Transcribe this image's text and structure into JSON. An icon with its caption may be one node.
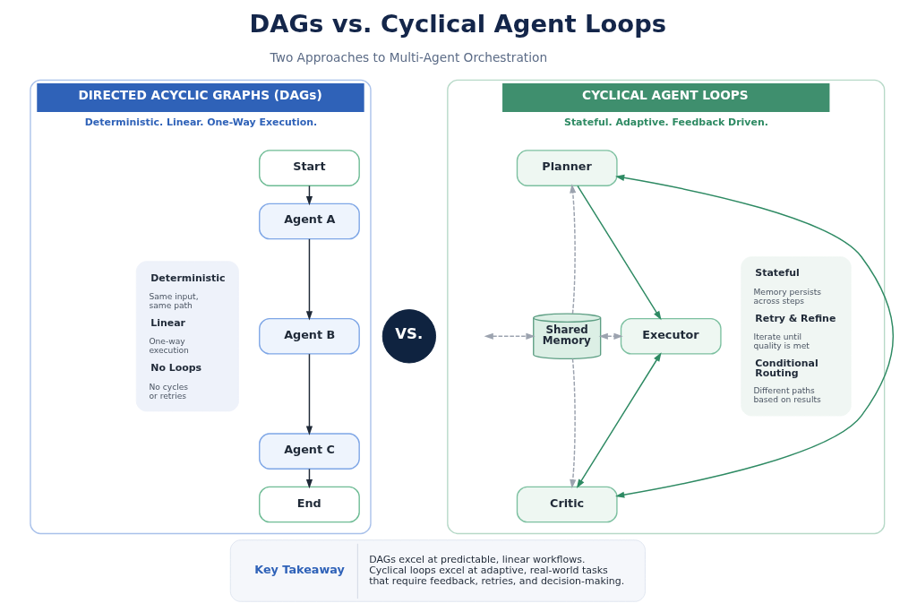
{
  "diagram": {
    "title": "DAGs vs. Cyclical Agent Loops",
    "nodes": [
      {
        "text": [
          "DIRECTED ACYCLIC GRAPHS (DAGs)",
          "Deterministic. Linear. One-Way Execution."
        ]
      },
      {
        "text": [
          "Deterministic",
          "Same input, same path",
          "Linear",
          "One-way execution",
          "No Loops",
          "No cycles or retries"
        ],
        "in": 0
      },
      {
        "text": [
          "Start"
        ],
        "in": 0
      },
      {
        "text": [
          "Agent A"
        ],
        "in": 0
      },
      {
        "text": [
          "Agent B"
        ],
        "in": 0
      },
      {
        "text": [
          "Agent C"
        ],
        "in": 0
      },
      {
        "text": [
          "End"
        ],
        "in": 0
      },
      {
        "text": [
          "VS."
        ]
      },
      {
        "text": [
          "CYCLICAL AGENT LOOPS",
          "Stateful. Adaptive. Feedback Driven."
        ]
      },
      {
        "text": [
          "Planner"
        ],
        "in": 8
      },
      {
        "text": [
          "Shared Memory"
        ],
        "in": 8
      },
      {
        "text": [
          "Executor"
        ],
        "in": 8
      },
      {
        "text": [
          "Critic"
        ],
        "in": 8
      },
      {
        "text": [
          "Stateful",
          "Memory persists across steps",
          "Retry & Refine",
          "Iterate until quality is met",
          "Conditional Routing",
          "Different paths based on results"
        ],
        "in": 8
      },
      {
        "text": [
          "Key Takeaway",
          "DAGs excel at predictable, linear workflows. Cyclical loops excel at adaptive, real-world tasks that require feedback, retries, and decision-making."
        ]
      }
    ],
    "edges": [
      {
        "from": 2,
        "to": 3,
        "arrow": "to"
      },
      {
        "from": 3,
        "to": 4,
        "arrow": "to"
      },
      {
        "from": 4,
        "to": 5,
        "arrow": "to"
      },
      {
        "from": 5,
        "to": 6,
        "arrow": "to"
      },
      {
        "from": 9,
        "to": 11,
        "arrow": "to",
        "color": "#2e8a63"
      },
      {
        "from": 11,
        "to": 12,
        "arrow": "both",
        "color": "#2e8a63"
      },
      {
        "from": 9,
        "to": 12,
        "arrow": "both",
        "color": "#2e8a63"
      },
      {
        "from": 10,
        "to": 9,
        "arrow": "to",
        "style": "dashed",
        "color": "#9ca3af"
      },
      {
        "from": 10,
        "to": null,
        "arrow": "both",
        "style": "dashed",
        "color": "#9ca3af"
      },
      {
        "from": 10,
        "to": 11,
        "arrow": "both",
        "style": "dashed",
        "color": "#9ca3af"
      },
      {
        "from": 10,
        "to": 12,
        "arrow": "to",
        "style": "dashed",
        "color": "#9ca3af"
      }
    ],
    "labels": [
      "Two Approaches to Multi-Agent Orchestration"
    ]
  }
}
